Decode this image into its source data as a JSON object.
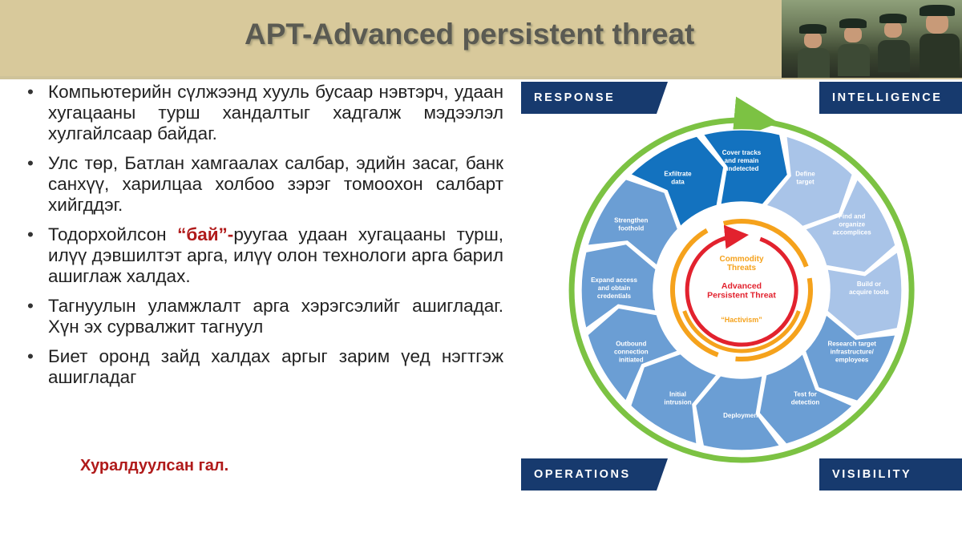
{
  "slide": {
    "title": "APT-Advanced persistent threat",
    "bullets": [
      {
        "text": "Компьютерийн сүлжээнд хууль бусаар нэвтэрч, удаан хугацааны турш хандалтыг хадгалж мэдээлэл хулгайлсаар байдаг."
      },
      {
        "text": "Улс төр, Батлан хамгаалах салбар, эдийн засаг, банк санхүү, харилцаа холбоо зэрэг томоохон салбарт хийгддэг."
      },
      {
        "pre": "Тодорхойлсон ",
        "highlight": "“бай”-",
        "post": "руугаа удаан хугацааны турш, илүү дэвшилтэт арга, илүү олон технологи арга барил ашиглаж халдах."
      },
      {
        "text": "Тагнуулын уламжлалт арга хэрэгсэлийг ашигладаг. Хүн эх сурвалжит тагнуул"
      },
      {
        "text": "Биет оронд зайд халдах аргыг зарим үед нэгтгэж ашигладаг"
      }
    ],
    "footnote": "Хуралдуулсан гал."
  },
  "diagram": {
    "tags": {
      "top_left": "RESPONSE",
      "top_right": "INTELLIGENCE",
      "bottom_left": "OPERATIONS",
      "bottom_right": "VISIBILITY"
    },
    "center": {
      "commodity": [
        "Commodity",
        "Threats"
      ],
      "apt": [
        "Advanced",
        "Persistent Threat"
      ],
      "hactivism": "“Hactivism”"
    },
    "steps": [
      {
        "lines": [
          "Define",
          "target"
        ],
        "tone": "light"
      },
      {
        "lines": [
          "Find and",
          "organize",
          "accomplices"
        ],
        "tone": "light"
      },
      {
        "lines": [
          "Build or",
          "acquire tools"
        ],
        "tone": "light"
      },
      {
        "lines": [
          "Research target",
          "infrastructure/",
          "employees"
        ],
        "tone": "mid"
      },
      {
        "lines": [
          "Test for",
          "detection"
        ],
        "tone": "mid"
      },
      {
        "lines": [
          "Deployment"
        ],
        "tone": "mid"
      },
      {
        "lines": [
          "Initial",
          "intrusion"
        ],
        "tone": "mid"
      },
      {
        "lines": [
          "Outbound",
          "connection",
          "initiated"
        ],
        "tone": "mid"
      },
      {
        "lines": [
          "Expand access",
          "and obtain",
          "credentials"
        ],
        "tone": "mid"
      },
      {
        "lines": [
          "Strengthen",
          "foothold"
        ],
        "tone": "mid"
      },
      {
        "lines": [
          "Exfiltrate",
          "data"
        ],
        "tone": "dark"
      },
      {
        "lines": [
          "Cover tracks",
          "and remain",
          "undetected"
        ],
        "tone": "dark"
      }
    ],
    "colors": {
      "light": "#a9c4e8",
      "mid": "#6b9ed4",
      "dark": "#1372bf",
      "outer_ring": "#7cc243",
      "apt_ring": "#e2222e",
      "orange_ring": "#f5a21c",
      "tag_bg": "#173a6e"
    }
  }
}
